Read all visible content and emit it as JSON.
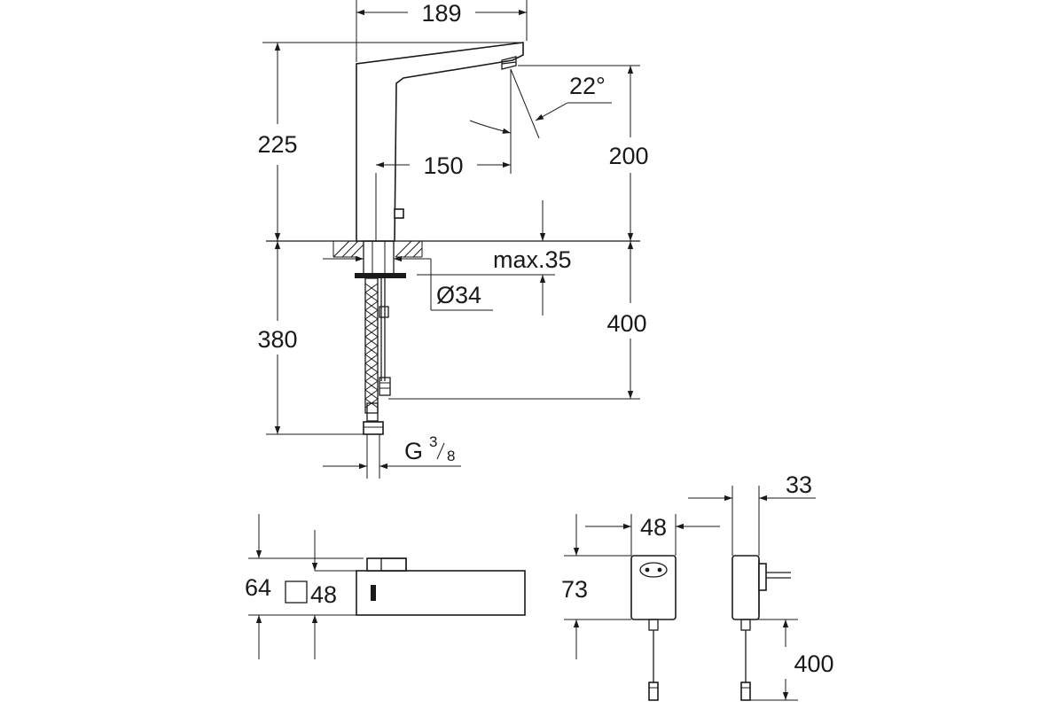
{
  "faucet": {
    "width": "189",
    "height_total": "225",
    "spout_reach": "150",
    "spout_height": "200",
    "spray_angle": "22°",
    "max_thickness": "max.35",
    "hole_diameter": "Ø34",
    "hose_length": "400",
    "hose_height": "380",
    "thread_prefix": "G",
    "thread_num": "3",
    "thread_den": "8"
  },
  "sensor_box": {
    "height": "64",
    "square_size": "48"
  },
  "adapter": {
    "width": "48",
    "depth": "33",
    "height": "73",
    "cable_length": "400"
  }
}
